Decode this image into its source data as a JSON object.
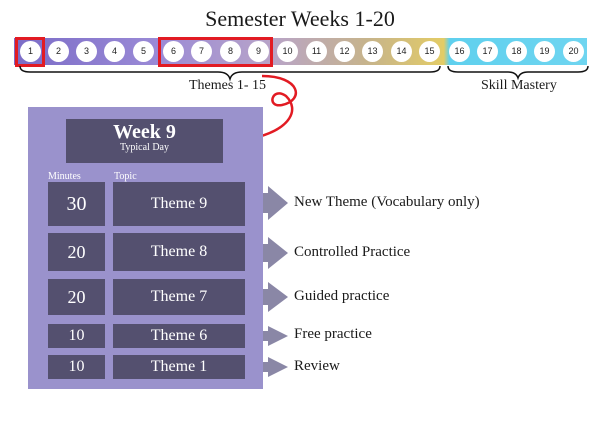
{
  "title": "Semester Weeks 1-20",
  "weeks": [
    "1",
    "2",
    "3",
    "4",
    "5",
    "6",
    "7",
    "8",
    "9",
    "10",
    "11",
    "12",
    "13",
    "14",
    "15",
    "16",
    "17",
    "18",
    "19",
    "20"
  ],
  "brace_labels": {
    "themes": "Themes 1- 15",
    "mastery": "Skill Mastery"
  },
  "week_box": {
    "title": "Week 9",
    "subtitle": "Typical Day"
  },
  "column_headers": {
    "minutes": "Minutes",
    "topic": "Topic"
  },
  "schedule": [
    {
      "minutes": "30",
      "topic": "Theme 9",
      "activity": "New Theme (Vocabulary only)"
    },
    {
      "minutes": "20",
      "topic": "Theme 8",
      "activity": "Controlled Practice"
    },
    {
      "minutes": "20",
      "topic": "Theme 7",
      "activity": "Guided practice"
    },
    {
      "minutes": "10",
      "topic": "Theme 6",
      "activity": "Free practice"
    },
    {
      "minutes": "10",
      "topic": "Theme 1",
      "activity": "Review"
    }
  ],
  "colors": {
    "highlight": "#e21b23",
    "panel": "#9a92cc",
    "cell": "#54506f",
    "arrow": "#8a87a6"
  }
}
